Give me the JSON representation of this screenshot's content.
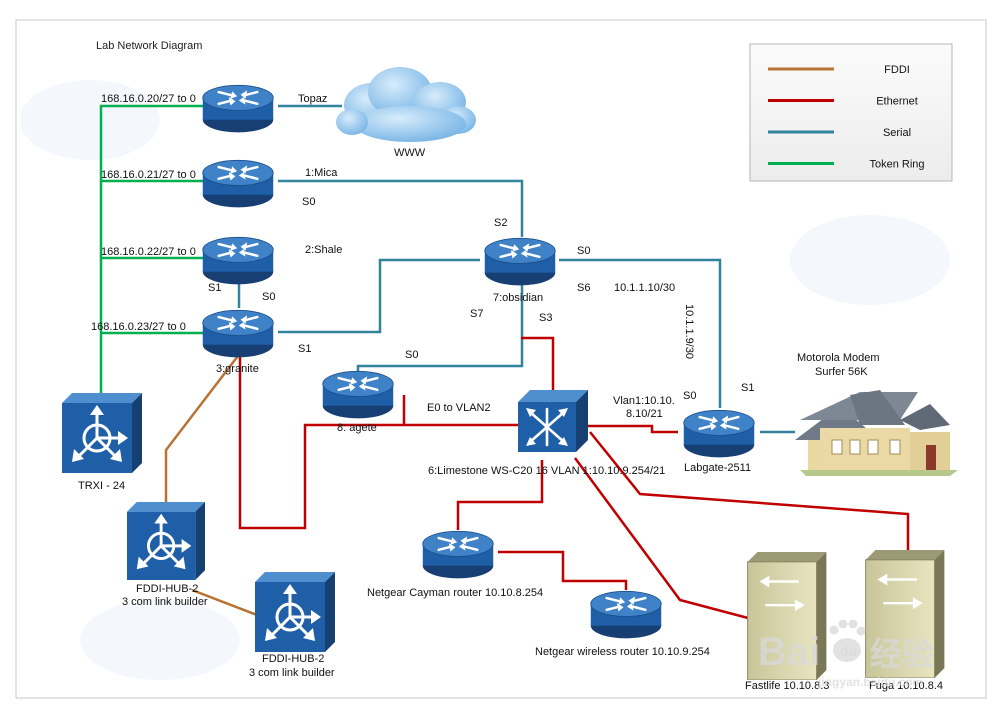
{
  "diagram": {
    "title": "Lab Network Diagram",
    "colors": {
      "fddi": "#b87333",
      "ethernet": "#c00000",
      "serial": "#31849b",
      "token_ring": "#00b050",
      "device_blue": "#1f5fa8"
    },
    "legend": [
      {
        "key": "fddi",
        "label": "FDDI"
      },
      {
        "key": "ethernet",
        "label": "Ethernet"
      },
      {
        "key": "serial",
        "label": "Serial"
      },
      {
        "key": "token_ring",
        "label": "Token Ring"
      }
    ],
    "routers": {
      "topaz": "Topaz",
      "mica": "1:Mica",
      "shale": "2:Shale",
      "granite": "3:granite",
      "obsidian": "7:obsidian",
      "agate": "8: agete",
      "labgate": "Labgate-2511",
      "cayman": "Netgear Cayman router 10.10.8.254",
      "wireless": "Netgear wireless router 10.10.9.254"
    },
    "switch": {
      "label": "6:Limestone WS-C20 16  VLAN 1:10.10.9.254/21"
    },
    "hubs": {
      "trxi": "TRXI - 24",
      "fddi1_name": "FDDI-HUB-2",
      "fddi1_sub": "3 com link builder",
      "fddi2_name": "FDDI-HUB-2",
      "fddi2_sub": "3 com link builder"
    },
    "cloud": "WWW",
    "modem": {
      "line1": "Motorola Modem",
      "line2": "Surfer 56K"
    },
    "servers": {
      "fastlife": "Fastlife 10.10.8.3",
      "fuga": "Fuga 10.10.8.4"
    },
    "addresses": {
      "a20": "168.16.0.20/27 to 0",
      "a21": "168.16.0.21/27 to 0",
      "a22": "168.16.0.22/27 to 0",
      "a23": "168.16.0.23/27 to 0",
      "serial_a": "10.1.1.10/30",
      "serial_b": "10.1.1.9/30",
      "vlan_l1": "Vlan1:10.10.",
      "vlan_l2": "8.10/21",
      "e0": "E0 to VLAN2"
    },
    "ports": {
      "mica_s0": "S0",
      "obs_s2": "S2",
      "obs_s0": "S0",
      "obs_s6": "S6",
      "obs_s7": "S7",
      "obs_s3": "S3",
      "shale_s1": "S1",
      "shale_s0": "S0",
      "granite_s1": "S1",
      "agate_s0": "S0",
      "lab_s0": "S0",
      "lab_s1": "S1"
    },
    "watermark": {
      "brand": "Bai",
      "paw": "du",
      "cn": "经验",
      "url": "jingyan.baidu.com"
    }
  }
}
